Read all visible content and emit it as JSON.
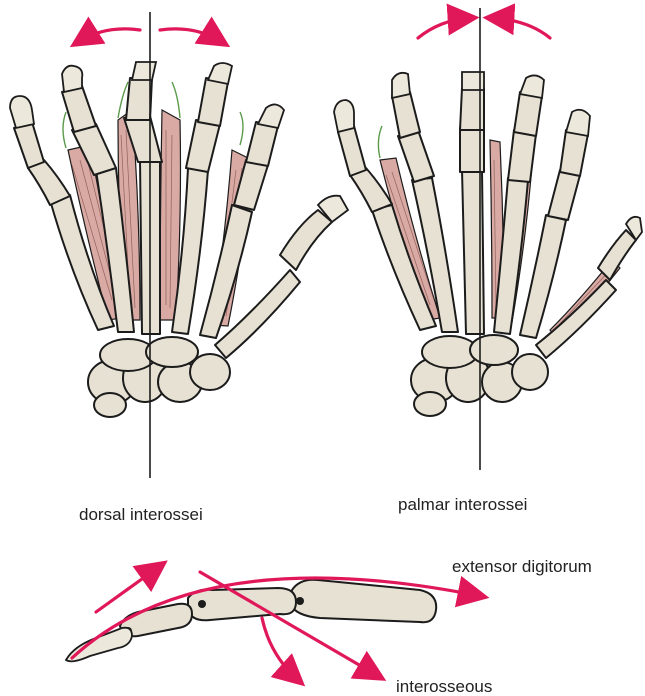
{
  "labels": {
    "dorsal": "dorsal interossei",
    "palmar": "palmar interossei",
    "extensor": "extensor digitorum",
    "interosseous": "interosseous"
  },
  "colors": {
    "arrow": "#e0185a",
    "bone": "#e6e1d2",
    "muscle": "#d8aaa3",
    "tendon": "#5a9a4a",
    "outline": "#1c1c1c"
  }
}
